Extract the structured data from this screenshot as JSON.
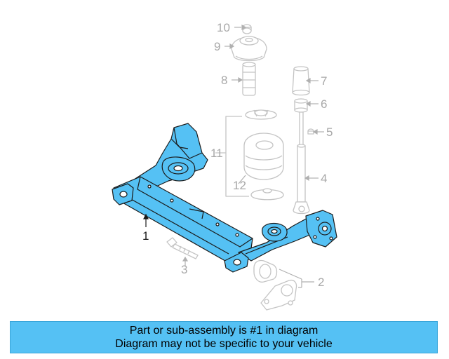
{
  "colors": {
    "highlight": "#55c1f4",
    "ghost": "#c8c8c8",
    "banner": "#55c1f4"
  },
  "callouts": {
    "c1": "1",
    "c2": "2",
    "c3": "3",
    "c4": "4",
    "c5": "5",
    "c6": "6",
    "c7": "7",
    "c8": "8",
    "c9": "9",
    "c10": "10",
    "c11": "11",
    "c12": "12"
  },
  "banner": {
    "line1": "Part or sub-assembly is #1 in diagram",
    "line2": "Diagram may not be specific to your vehicle"
  }
}
